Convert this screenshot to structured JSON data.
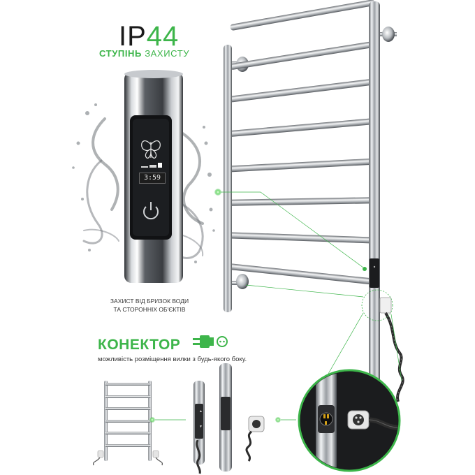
{
  "header": {
    "ip_prefix": "IP",
    "ip_number": "44",
    "ip_caption_1": "ступінь",
    "ip_caption_2": "захисту"
  },
  "device": {
    "display_time": "3:59"
  },
  "protection_text_line1": "Захист від бризок води",
  "protection_text_line2": "та сторонніх об'єктів",
  "connector": {
    "title": "КОНЕКТОР",
    "description": "можливість розміщення вилки з будь-якого боку."
  },
  "colors": {
    "accent": "#3db54a",
    "steel": "#c8ccd0",
    "text": "#333333"
  },
  "icons": [
    "butterfly-icon",
    "power-icon",
    "plug-icon"
  ]
}
